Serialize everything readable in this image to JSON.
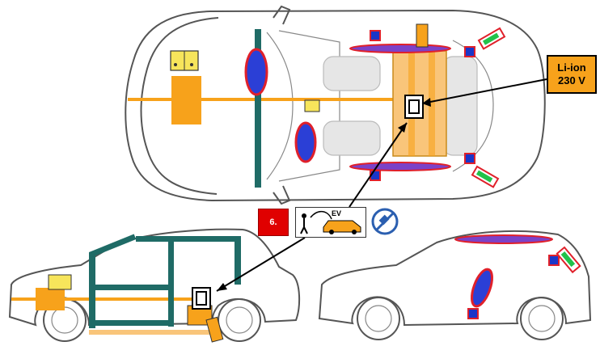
{
  "battery_label": {
    "line1": "Li-ion",
    "line2": "230 V"
  },
  "rescue_sheet_number": "6.",
  "ev_sign_text": "EV",
  "icons": {
    "battery_12v": "battery-12v-icon",
    "airbag": "airbag-icon",
    "gas_strut": "gas-strut-icon",
    "sensor": "sensor-icon",
    "hv_battery": "hv-battery-icon",
    "ev_rescue": "ev-rescue-icon",
    "charging_plug": "charging-plug-icon"
  },
  "colors": {
    "high_voltage": "#f7a21b",
    "reinforcement": "#1f6b66",
    "airbag": "#2b3fd6",
    "airbag_outline": "#e0202a",
    "sensor": "#1a36c8",
    "gas_strut": "#22c24a",
    "rescue_badge": "#e00000"
  }
}
